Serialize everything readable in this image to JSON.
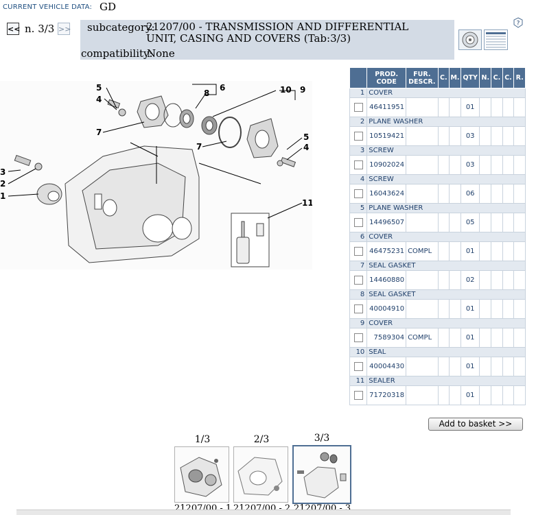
{
  "header": {
    "vehicle_label": "CURRENT VEHICLE DATA:",
    "vehicle_code": "GD"
  },
  "nav": {
    "prev_label": "<<",
    "page": "n. 3/3",
    "next_label": ">>"
  },
  "subcategory": {
    "label": "subcategory:",
    "text": "21207/00 - TRANSMISSION AND DIFFERENTIAL UNIT, CASING AND COVERS (Tab:3/3)",
    "compat_label": "compatibility:",
    "compat_value": "None"
  },
  "icons": {
    "help": "help-icon",
    "disc_view": "disc-view-icon",
    "list_view": "list-view-icon"
  },
  "diagram": {
    "callouts": [
      "1",
      "2",
      "3",
      "4",
      "5",
      "6",
      "7",
      "8",
      "9",
      "10",
      "11",
      "4",
      "5",
      "7"
    ]
  },
  "table": {
    "headers": [
      "",
      "PROD. CODE",
      "FUR. DESCR.",
      "C.",
      "M.",
      "QTY",
      "N.",
      "C.",
      "C.",
      "R."
    ],
    "rows": [
      {
        "num": "1",
        "name": "COVER",
        "code": "46411951",
        "fur": "",
        "qty": "01"
      },
      {
        "num": "2",
        "name": "PLANE WASHER",
        "code": "10519421",
        "fur": "",
        "qty": "03"
      },
      {
        "num": "3",
        "name": "SCREW",
        "code": "10902024",
        "fur": "",
        "qty": "03"
      },
      {
        "num": "4",
        "name": "SCREW",
        "code": "16043624",
        "fur": "",
        "qty": "06"
      },
      {
        "num": "5",
        "name": "PLANE WASHER",
        "code": "14496507",
        "fur": "",
        "qty": "05"
      },
      {
        "num": "6",
        "name": "COVER",
        "code": "46475231",
        "fur": "COMPL",
        "qty": "01"
      },
      {
        "num": "7",
        "name": "SEAL GASKET",
        "code": "14460880",
        "fur": "",
        "qty": "02"
      },
      {
        "num": "8",
        "name": "SEAL GASKET",
        "code": "40004910",
        "fur": "",
        "qty": "01"
      },
      {
        "num": "9",
        "name": "COVER",
        "code": "7589304",
        "fur": "COMPL",
        "qty": "01"
      },
      {
        "num": "10",
        "name": "SEAL",
        "code": "40004430",
        "fur": "",
        "qty": "01"
      },
      {
        "num": "11",
        "name": "SEALER",
        "code": "71720318",
        "fur": "",
        "qty": "01"
      }
    ]
  },
  "basket": {
    "label": "Add to basket >>"
  },
  "tabs": [
    {
      "label": "1/3",
      "caption": "21207/00 - 1"
    },
    {
      "label": "2/3",
      "caption": "21207/00 - 2"
    },
    {
      "label": "3/3",
      "caption": "21207/00 - 3"
    }
  ]
}
